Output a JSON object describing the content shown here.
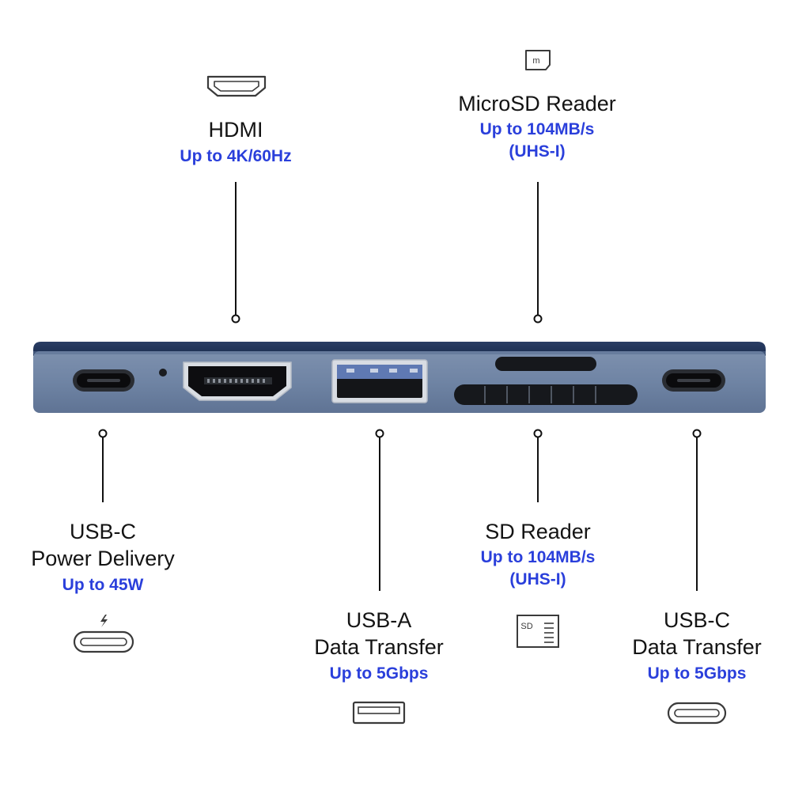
{
  "ports": {
    "hdmi": {
      "title": "HDMI",
      "spec": "Up to 4K/60Hz",
      "icon": "hdmi-port-icon"
    },
    "microsd": {
      "title": "MicroSD Reader",
      "spec_line1": "Up to 104MB/s",
      "spec_line2": "(UHS-I)",
      "icon": "microsd-card-icon",
      "icon_text": "m"
    },
    "usbc_pd": {
      "title_line1": "USB-C",
      "title_line2": "Power Delivery",
      "spec": "Up to 45W",
      "icon": "usb-c-lightning-icon"
    },
    "usba": {
      "title_line1": "USB-A",
      "title_line2": "Data Transfer",
      "spec": "Up to 5Gbps",
      "icon": "usb-a-port-icon"
    },
    "sd": {
      "title": "SD Reader",
      "spec_line1": "Up to 104MB/s",
      "spec_line2": "(UHS-I)",
      "icon": "sd-card-icon",
      "icon_text": "SD"
    },
    "usbc_data": {
      "title_line1": "USB-C",
      "title_line2": "Data Transfer",
      "spec": "Up to 5Gbps",
      "icon": "usb-c-port-icon"
    }
  },
  "colors": {
    "hub_body": "#6f84a4",
    "hub_top": "#1f3358",
    "spec_text": "#2a3fdb",
    "title_text": "#141414"
  }
}
